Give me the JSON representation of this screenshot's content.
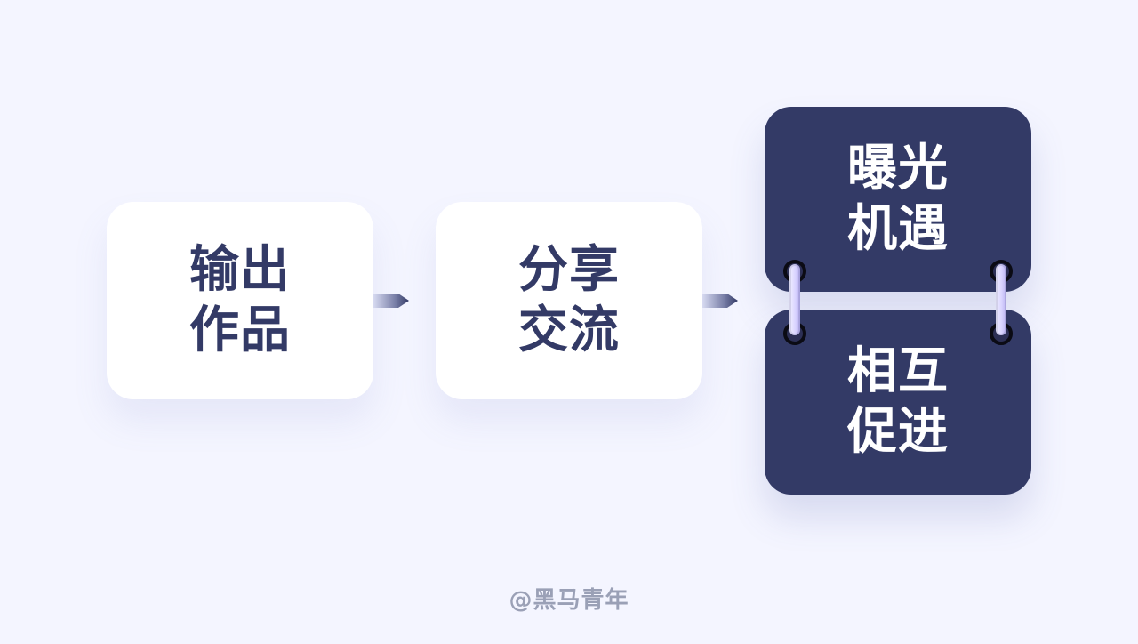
{
  "cards": [
    {
      "line1": "输出",
      "line2": "作品"
    },
    {
      "line1": "分享",
      "line2": "交流"
    },
    {
      "line1": "曝光",
      "line2": "机遇"
    },
    {
      "line1": "相互",
      "line2": "促进"
    }
  ],
  "watermark": "@黑马青年",
  "colors": {
    "background": "#f4f5ff",
    "card_white": "#ffffff",
    "card_dark": "#333a66",
    "text_dark": "#333a66",
    "text_light": "#ffffff",
    "watermark": "#9aa0b6"
  }
}
